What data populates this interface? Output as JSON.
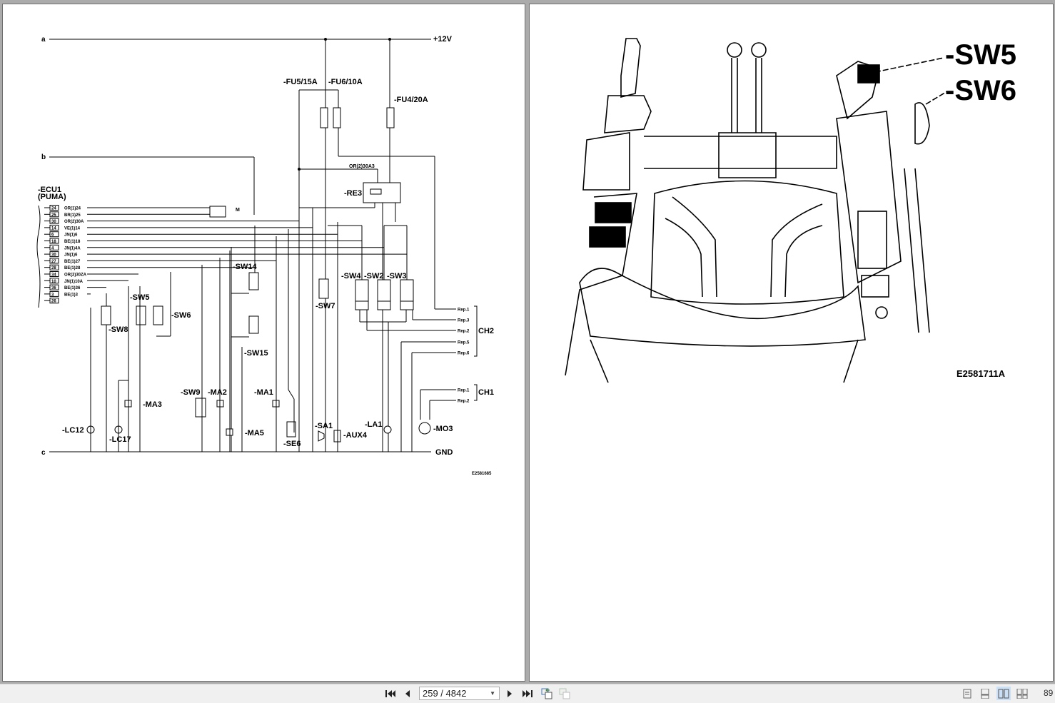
{
  "viewer": {
    "current_page": "259 / 4842",
    "zoom": "89",
    "nav": {
      "first": "first-page",
      "prev": "previous-page",
      "next": "next-page",
      "last": "last-page",
      "back_view": "previous-view",
      "forward_view": "next-view"
    },
    "view_modes": [
      "single-page",
      "continuous",
      "two-page",
      "two-page-continuous"
    ],
    "active_view_mode": "two-page"
  },
  "left_page": {
    "rails": {
      "a": "a",
      "b": "b",
      "c": "c",
      "plus12v": "+12V",
      "gnd": "GND"
    },
    "ecu": {
      "name": "-ECU1",
      "sub": "(PUMA)"
    },
    "ecu_pins": [
      {
        "pin": "24",
        "wire": "OR(1)24"
      },
      {
        "pin": "25",
        "wire": "BR(1)25"
      },
      {
        "pin": "30",
        "wire": "OR(2)30A"
      },
      {
        "pin": "14",
        "wire": "VE(1)14"
      },
      {
        "pin": "6",
        "wire": "JN(1)6"
      },
      {
        "pin": "18",
        "wire": "BE(1)18"
      },
      {
        "pin": "4",
        "wire": "JN(1)4A"
      },
      {
        "pin": "30",
        "wire": "JN(1)6"
      },
      {
        "pin": "27",
        "wire": "BE(1)27"
      },
      {
        "pin": "28",
        "wire": "BE(1)28"
      },
      {
        "pin": "34",
        "wire": "OR(2)30ZA"
      },
      {
        "pin": "10",
        "wire": "JN(1)10A"
      },
      {
        "pin": "36",
        "wire": "BE(1)36"
      },
      {
        "pin": "3",
        "wire": "BE(1)3"
      },
      {
        "pin": "26",
        "wire": ""
      }
    ],
    "fuses": [
      "-FU5/15A",
      "-FU6/10A",
      "-FU4/20A"
    ],
    "relay": {
      "name": "-RE3",
      "wire": "OR(2)30A3"
    },
    "components": [
      "-SW14",
      "-SW15",
      "-SW5",
      "-SW6",
      "-SW8",
      "-SW7",
      "-SW4",
      "-SW2",
      "-SW3",
      "-SW9",
      "-MA2",
      "-MA1",
      "-MA3",
      "-MA5",
      "-LC12",
      "-LC17",
      "-SE6",
      "-SA1",
      "-AUX4",
      "-LA1",
      "-MO3"
    ],
    "connector_ch2": {
      "label": "CH2",
      "pins": [
        "Rep.1",
        "Rep.3",
        "Rep.2",
        "Rep.5",
        "Rep.6"
      ]
    },
    "connector_ch1": {
      "label": "CH1",
      "pins": [
        "Rep.1",
        "Rep.2"
      ]
    },
    "splice_label": "M",
    "figure_code": "E2581685"
  },
  "right_page": {
    "callouts": [
      "-SW5",
      "-SW6"
    ],
    "figure_code": "E2581711A"
  }
}
